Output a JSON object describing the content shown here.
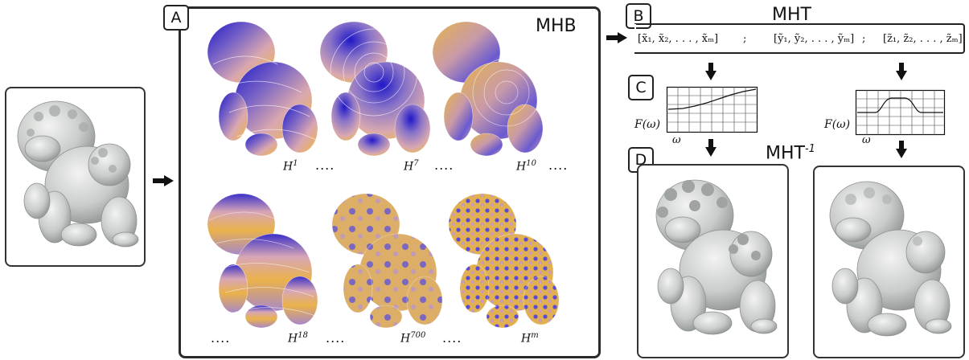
{
  "labels": {
    "a": "A",
    "b": "B",
    "c": "C",
    "d": "D"
  },
  "titles": {
    "mhb": "MHB",
    "mht": "MHT",
    "mht_inv": "MHT",
    "mht_inv_sup": "-1"
  },
  "harmonics": [
    {
      "base": "H",
      "sup": "1"
    },
    {
      "base": "H",
      "sup": "7"
    },
    {
      "base": "H",
      "sup": "10"
    },
    {
      "base": "H",
      "sup": "18"
    },
    {
      "base": "H",
      "sup": "700"
    },
    {
      "base": "H",
      "sup": "m"
    }
  ],
  "ellipsis": "....",
  "sequences": {
    "x": "[x̃₁, x̃₂, . . . , x̃ₘ]",
    "y": "[ỹ₁, ỹ₂, . . . , ỹₘ]",
    "z": "[z̃₁, z̃₂, . . . , z̃ₘ]",
    "sep": ";"
  },
  "filter": {
    "func_label": "F(ω)",
    "axis_label": "ω"
  },
  "colors": {
    "blue": "#3a36c8",
    "gold": "#e6b54a",
    "pink": "#e9b7b0",
    "stone": "#bfc3c1"
  }
}
